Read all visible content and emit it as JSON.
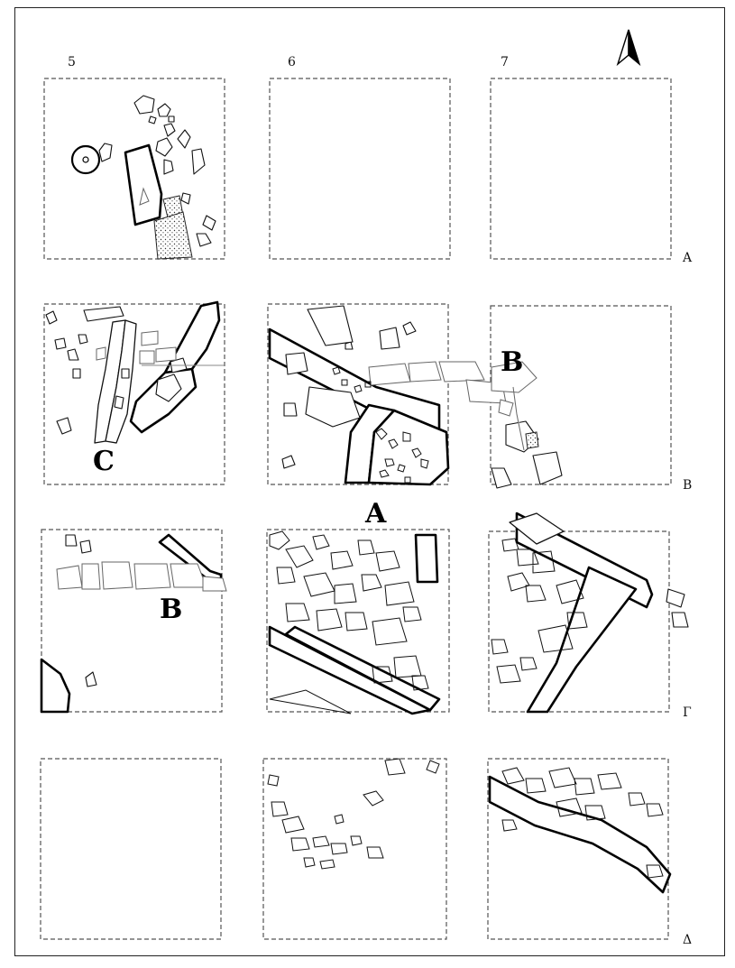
{
  "columns": [
    "5",
    "6",
    "7"
  ],
  "rows": [
    "A",
    "B",
    "Γ",
    "Δ"
  ],
  "wall_labels": {
    "wall_a": "A",
    "wall_b_east": "B",
    "wall_b_west": "B",
    "wall_c": "C"
  },
  "icons": {
    "north": "north-arrow-icon"
  },
  "colors": {
    "ink": "#000000",
    "grid": "#555555",
    "paper": "#ffffff"
  }
}
